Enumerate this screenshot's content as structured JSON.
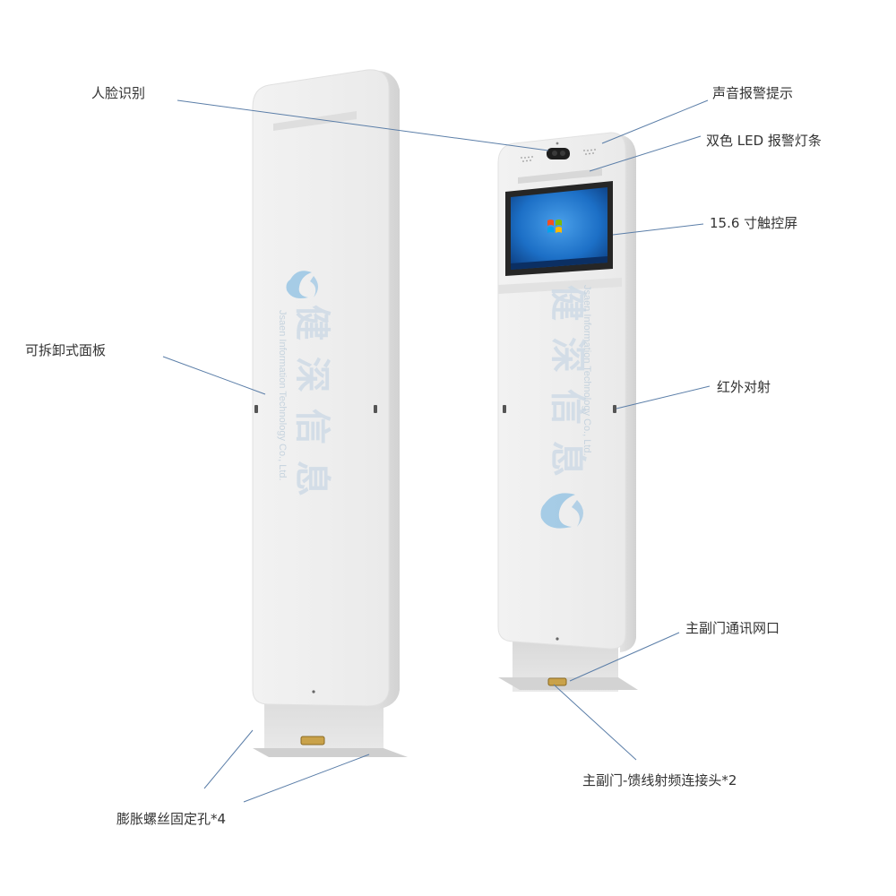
{
  "labels": {
    "face_recognition": "人脸识别",
    "sound_alarm": "声音报警提示",
    "led_strip": "双色 LED 报警灯条",
    "touch_screen": "15.6 寸触控屏",
    "removable_panel": "可拆卸式面板",
    "infrared": "红外对射",
    "network_port": "主副门通讯网口",
    "rf_connector": "主副门-馈线射频连接头*2",
    "expansion_screw": "膨胀螺丝固定孔*4"
  },
  "brand": {
    "name_cn": "健深信息",
    "name_en": "Jsaen Information Technology Co., Ltd."
  },
  "colors": {
    "leader_line": "#5b7ea8",
    "panel": "#efefef",
    "panel_side": "#dcdcdc",
    "screen_bezel": "#2a2a2a",
    "screen_blue": "#1c6fc6",
    "logo_blue": "#6aaede",
    "label_text": "#333333"
  },
  "icons": {
    "screen_logo": "windows-logo-icon",
    "brand_logo": "brand-swirl-icon"
  }
}
